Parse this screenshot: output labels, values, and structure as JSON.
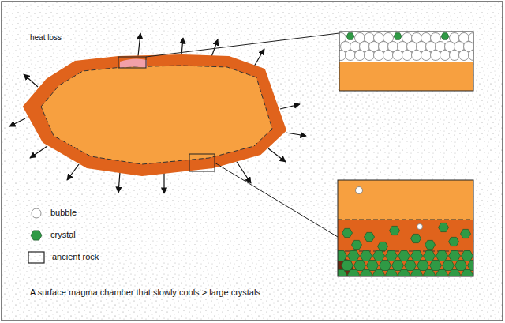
{
  "diagram": {
    "caption": "A surface magma chamber that slowly cools > large crystals",
    "labels": [
      "heat loss"
    ],
    "legend": [
      {
        "text": "bubble"
      },
      {
        "text": "crystal"
      },
      {
        "text": "ancient rock"
      }
    ]
  }
}
